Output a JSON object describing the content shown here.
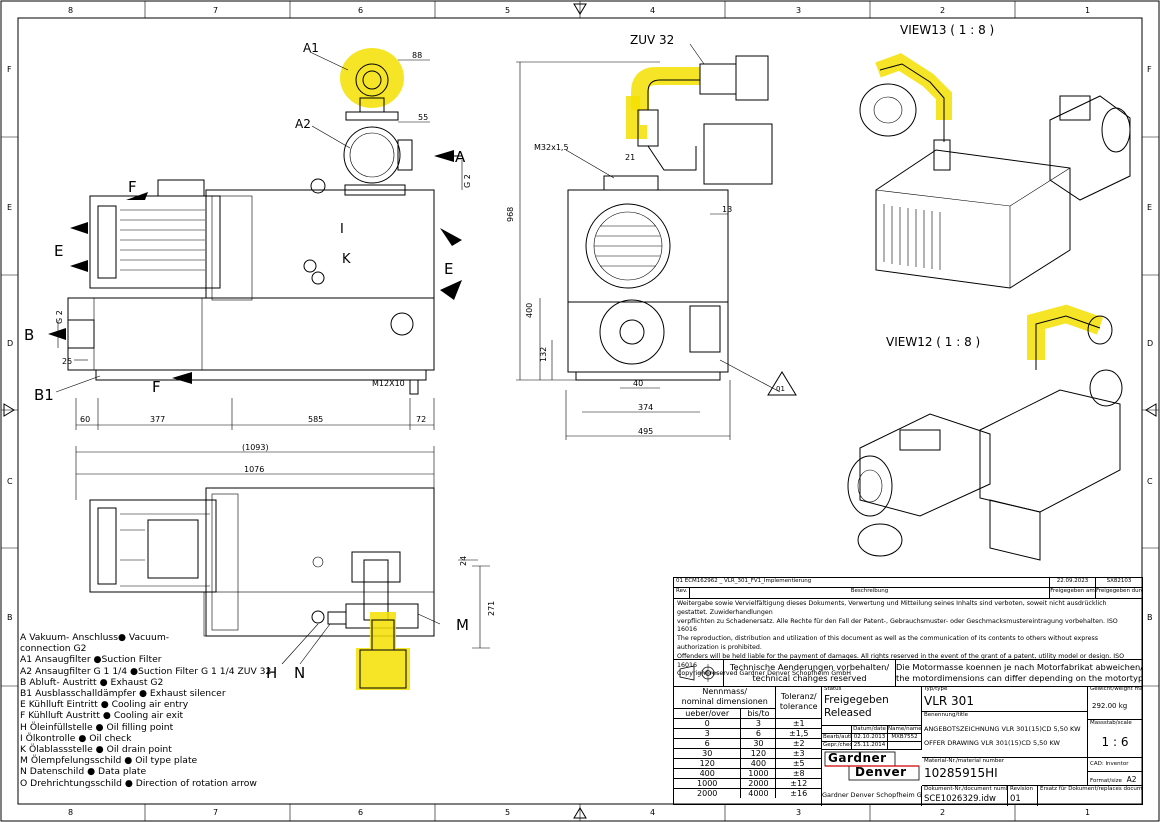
{
  "border": {
    "columns": [
      "8",
      "7",
      "6",
      "5",
      "4",
      "3",
      "2",
      "1"
    ],
    "rows": [
      "F",
      "E",
      "D",
      "C",
      "B"
    ]
  },
  "views": {
    "view13": "VIEW13 ( 1 : 8 )",
    "view12": "VIEW12 ( 1 : 8 )",
    "zuv": "ZUV 32"
  },
  "labels": {
    "A1": "A1",
    "A2": "A2",
    "A": "A",
    "F": "F",
    "E": "E",
    "I": "I",
    "K": "K",
    "B": "B",
    "B1": "B1",
    "H": "H",
    "N": "N",
    "M": "M",
    "d01": "01"
  },
  "dims": {
    "d88": "88",
    "d55": "55",
    "g2a": "G 2",
    "g2b": "G 2",
    "d25": "25",
    "d60": "60",
    "d377": "377",
    "d585": "585",
    "d72": "72",
    "m12": "M12X10",
    "d1093": "(1093)",
    "d1076": "1076",
    "d24": "24",
    "d271": "271",
    "m32": "M32x1,5",
    "d21": "21",
    "d13": "13",
    "d968": "968",
    "d400": "400",
    "d132": "132",
    "d40": "40",
    "d374": "374",
    "d495": "495"
  },
  "legend": [
    "A Vakuum- Anschluss● Vacuum-",
    "      connection G2",
    "A1 Ansaugfilter ●Suction Filter",
    "A2 Ansaugfilter G 1 1/4 ●Suction Filter G 1 1/4  ZUV 32",
    "B  Abluft- Austritt  ● Exhaust G2",
    "B1 Ausblasschalldämpfer ● Exhaust silencer",
    "E  Kühlluft Eintritt  ● Cooling air entry",
    "F  Kühlluft Austritt  ● Cooling air exit",
    "H  Öleinfüllstelle  ●  Oil filling point",
    "I  Ölkontrolle  ● Oil check",
    "K  Ölablassstelle  ● Oil drain point",
    "M  Ölempfelungsschild  ● Oil type plate",
    "N  Datenschild  ● Data plate",
    "O  Drehrichtungsschild ● Direction of rotation arrow"
  ],
  "titleblock": {
    "rev_line": "01    ECM162962 _ VLR_301_FV1_Implementierung",
    "rev_date": "22.09.2023",
    "rev_id": "SX82103",
    "rev_h1": "Rev.",
    "rev_h2": "Beschreibung",
    "rev_h3": "Freigegeben am",
    "rev_h4": "Freigegeben durch",
    "notice1": "Weitergabe sowie Vervielfältigung dieses Dokuments, Verwertung und Mitteilung seines Inhalts sind verboten, soweit nicht ausdrücklich gestattet. Zuwiderhandlungen",
    "notice2": "verpflichten zu Schadenersatz. Alle Rechte für den Fall der Patent-, Gebrauchsmuster- oder Geschmacksmustereintragung vorbehalten. ISO 16016",
    "notice3": "The reproduction, distribution and utilization of this document as well as the communication of its contents to others without express authorization is prohibited.",
    "notice4": "Offenders will be held liable for the payment of damages. All rights reserved in the event of the grant of a patent, utility model or design. ISO 16016",
    "notice5": "Copyright reserved Gardner Denver Schopfheim GmbH",
    "tech1": "Technische Aenderungen vorbehalten/",
    "tech2": "technical changes reserved",
    "motor1": "Die Motormasse koennen je nach Motorfabrikat abweichen/",
    "motor2": "the motordimensions can differ depending on the motortype",
    "nenn1": "Nennmass/",
    "nenn2": "nominal dimensionen",
    "ueber": "ueber/over",
    "bis": "bis/to",
    "toleranz1": "Toleranz/",
    "toleranz2": "tolerance",
    "tol_rows": [
      [
        "0",
        "3",
        "±1"
      ],
      [
        "3",
        "6",
        "±1,5"
      ],
      [
        "6",
        "30",
        "±2"
      ],
      [
        "30",
        "120",
        "±3"
      ],
      [
        "120",
        "400",
        "±5"
      ],
      [
        "400",
        "1000",
        "±8"
      ],
      [
        "1000",
        "2000",
        "±12"
      ],
      [
        "2000",
        "4000",
        "±16"
      ]
    ],
    "status_h": "Status",
    "status1": "Freigegeben",
    "status2": "Released",
    "datum_h": "Datum/date",
    "name_h": "Name/name",
    "bearb": "Bearb/auth",
    "bearb_date": "02.10.2013",
    "bearb_name": "MXB7552",
    "gepr": "Gepr./check",
    "gepr_date": "25.11.2014",
    "typ_h": "Typ/type",
    "typ": "VLR 301",
    "benennung_h": "Benennung/title",
    "title_de": "ANGEBOTSZEICHNUNG VLR 301(15)CD  5,50 KW",
    "title_en": "OFFER DRAWING VLR 301(15)CD  5,50 KW",
    "weight_h": "Gewicht/weight max.",
    "weight": "292.00 kg",
    "scale_h": "Massstab/scale",
    "scale": "1 : 6",
    "cad": "CAD: Inventor",
    "matnr_h": "Material-Nr./material number",
    "matnr": "10285915HI",
    "format_h": "Format/size",
    "format": "A2",
    "logo1": "Gardner",
    "logo2": "Denver",
    "company": "Gardner Denver Schopfheim GmbH",
    "docnr_h": "Dokument-Nr./document number",
    "docnr": "SCE1026329.idw",
    "revision_h": "Revision",
    "revision": "01",
    "ersatz_h": "Ersatz für Dokument/replaces document:"
  }
}
